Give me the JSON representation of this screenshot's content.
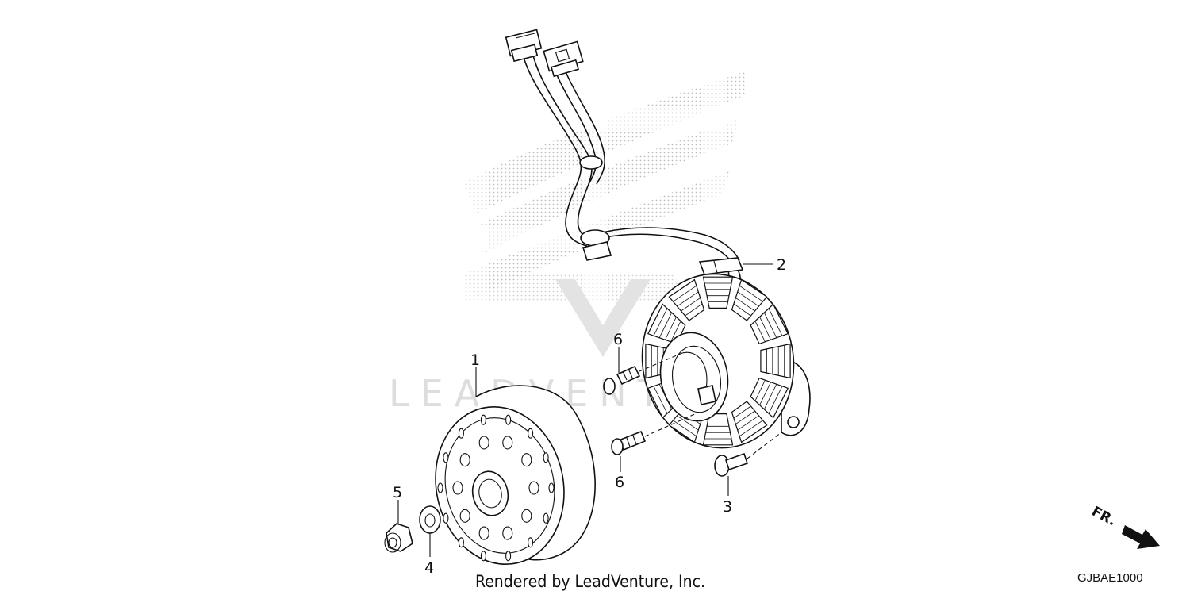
{
  "diagram": {
    "callouts": [
      "1",
      "2",
      "3",
      "4",
      "5",
      "6",
      "6"
    ],
    "caption": "Rendered by LeadVenture, Inc.",
    "diagram_code": "GJBAE1000",
    "direction_label": "FR.",
    "watermark_text": "LEADVENTURE"
  },
  "colors": {
    "line": "#111111",
    "watermark": "#d9d9d9",
    "background": "#ffffff"
  }
}
